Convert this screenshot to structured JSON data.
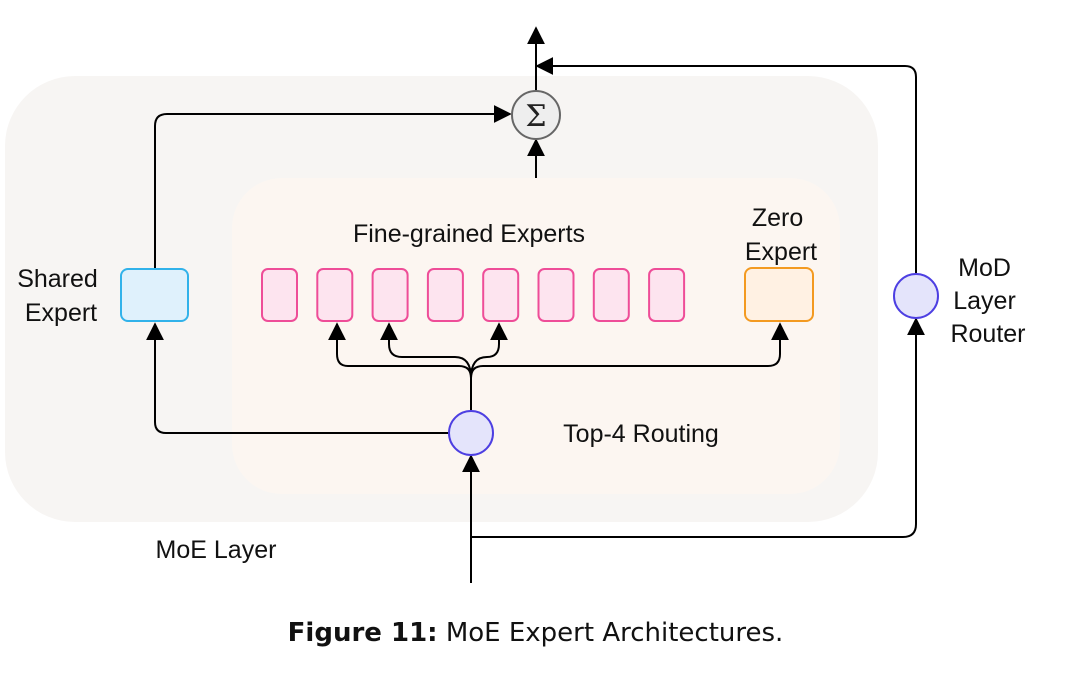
{
  "labels": {
    "shared_expert": [
      "Shared",
      "Expert"
    ],
    "fine_grained": "Fine-grained Experts",
    "zero_expert": [
      "Zero",
      "Expert"
    ],
    "mod_router": [
      "MoD",
      "Layer",
      "Router"
    ],
    "top4": "Top-4 Routing",
    "moe_layer": "MoE Layer",
    "sum_symbol": "Σ"
  },
  "caption": {
    "prefix": "Figure 11:",
    "text": " MoE Expert Architectures."
  },
  "colors": {
    "outer_panel": "#f7f5f3",
    "inner_panel": "#fcf6f1",
    "expert_fill": "#fde4ef",
    "expert_stroke": "#ee4d98",
    "shared_fill": "#dff1fc",
    "shared_stroke": "#31b2ea",
    "zero_fill": "#fff1e3",
    "zero_stroke": "#f39a21",
    "router_fill": "#e4e4fb",
    "router_stroke": "#4d3fe2",
    "sum_fill": "#eeeeee",
    "sum_stroke": "#666666",
    "arrow": "#000000"
  },
  "expert_count": 8,
  "selected_experts": [
    2,
    3,
    5
  ]
}
